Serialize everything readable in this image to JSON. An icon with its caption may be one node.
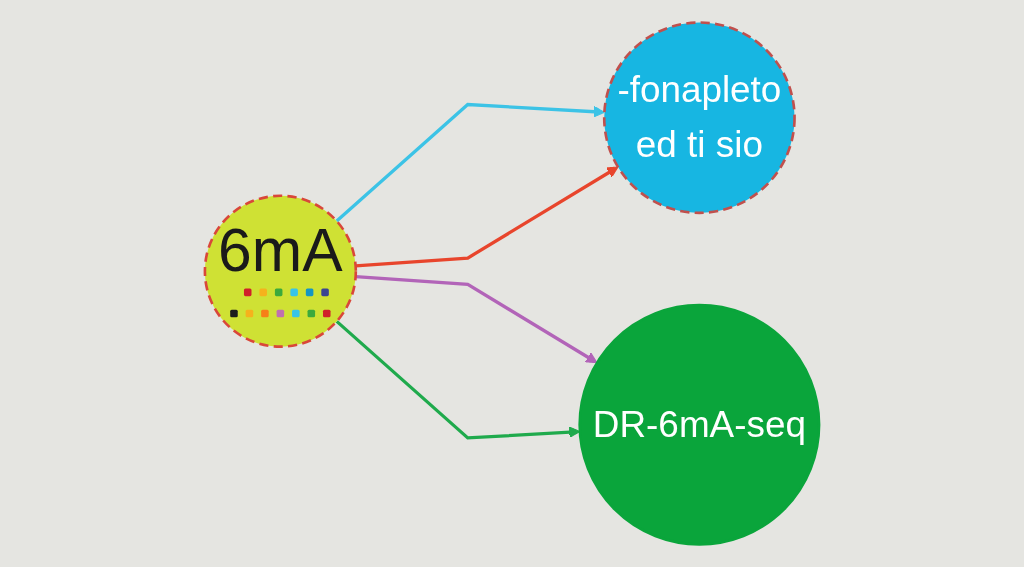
{
  "diagram": {
    "nodes": [
      {
        "text": [
          "6mA"
        ]
      },
      {
        "text": [
          "-fonapleto",
          "ed ti sio"
        ]
      },
      {
        "text": [
          "DR-6mA-seq"
        ]
      }
    ],
    "edges": [
      {
        "from": 0,
        "to": 1,
        "arrow": "to",
        "color": "#3cc3e6"
      },
      {
        "from": 0,
        "to": 1,
        "arrow": "to",
        "color": "#e8452c"
      },
      {
        "from": 0,
        "to": 2,
        "arrow": "to",
        "color": "#b264b8"
      },
      {
        "from": 0,
        "to": 2,
        "arrow": "to",
        "color": "#1faa4c"
      }
    ]
  }
}
